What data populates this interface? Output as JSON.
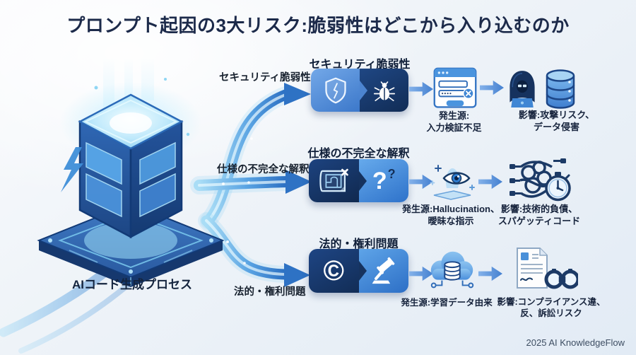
{
  "title": "プロンプト起因の3大リスク:脆弱性はどこから入り込むのか",
  "cube_label": "AIコード生成プロセス",
  "footer": "2025 AI KnowledgeFlow",
  "glyphs": {
    "copyright": "©",
    "question_big": "?",
    "question_small": "?"
  },
  "colors": {
    "accent_blue": "#2e72c4",
    "dark_navy": "#152f58",
    "light_blue": "#58a2e2",
    "background": "#edf2f8",
    "title_text": "#1c2a4a"
  },
  "rows": [
    {
      "arrow_label": "セキュリティ脆弱性",
      "heading": "セキュリティ脆弱性",
      "source_caption": [
        "発生源:",
        "入力検証不足"
      ],
      "impact_caption": [
        "影響:攻撃リスク、",
        "データ侵害"
      ]
    },
    {
      "arrow_label": "仕様の不完全な解釈",
      "heading": "仕様の不完全な解釈",
      "source_caption": [
        "発生源:Hallucination、",
        "曖昧な指示"
      ],
      "impact_caption": [
        "影響:技術的負債、",
        "スパゲッティコード"
      ]
    },
    {
      "arrow_label": "法的・権利問題",
      "heading": "法的・権利問題",
      "source_caption": [
        "発生源:学習データ由来"
      ],
      "impact_caption": [
        "影響:コンプライアンス違、",
        "反、訴訟リスク"
      ]
    }
  ]
}
